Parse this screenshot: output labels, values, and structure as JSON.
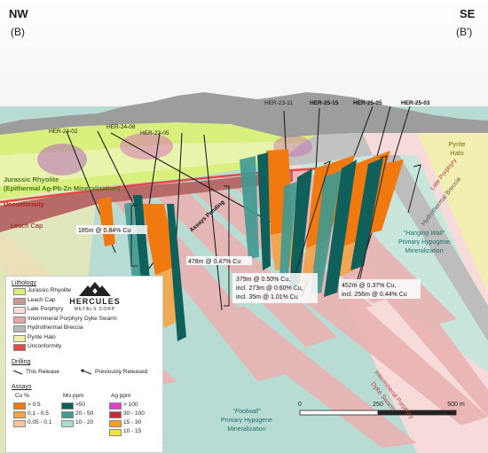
{
  "header": {
    "left_dir": "NW",
    "left_sec": "(B)",
    "right_dir": "SE",
    "right_sec": "(B′)"
  },
  "drillholes": [
    {
      "id": "HER-24-02",
      "status": "previous"
    },
    {
      "id": "HER-24-08",
      "status": "previous"
    },
    {
      "id": "HER-23-05",
      "status": "previous"
    },
    {
      "id": "HER-23-11",
      "status": "previous"
    },
    {
      "id": "HER-25-15",
      "status": "this_release"
    },
    {
      "id": "HER-25-05",
      "status": "this_release"
    },
    {
      "id": "HER-25-03",
      "status": "this_release"
    }
  ],
  "unit_labels": {
    "rhyolite": "Jurassic Rhyolite",
    "rhyolite_sub": "(Epithermal Ag-Pb-Zn Mineralization)",
    "unconformity": "Unconformity",
    "leach_cap": "Leach Cap",
    "pyrite_halo_1": "Pyrite",
    "pyrite_halo_2": "Halo",
    "late_porphyry": "Late Porphyry",
    "hydro_breccia": "Hydrothermal Breccia",
    "hanging_1": "\"Hanging Wall\"",
    "hanging_2": "Primary Hypogene",
    "hanging_3": "Mineralization",
    "footwall_1": "\"Footwall\"",
    "footwall_2": "Primary Hypogene",
    "footwall_3": "Mineralization",
    "dyke_1": "Intermineral Porphyry",
    "dyke_2": "Dyke Swarm",
    "assays_pending": "Assays Pending"
  },
  "intercepts": {
    "i1": "185m @ 0.84% Cu",
    "i2": "478m @ 0.47% Cu",
    "i3a": "379m @ 0.50% Cu,",
    "i3b": "incl. 273m @ 0.60% Cu,",
    "i3c": "incl. 35m @ 1.01% Cu",
    "i4a": "452m @ 0.37% Cu,",
    "i4b": "incl. 256m @ 0.44% Cu"
  },
  "logo": {
    "name": "HERCULES",
    "sub": "METALS CORP"
  },
  "legend": {
    "lithology_title": "Lithology",
    "lithology": [
      {
        "label": "Jurassic Rhyolite",
        "color": "#d7ee7a"
      },
      {
        "label": "Leach Cap",
        "color": "#c79c95"
      },
      {
        "label": "Late Porphyry",
        "color": "#f8dcdc"
      },
      {
        "label": "Intermineral Porphyry Dyke Swarm",
        "color": "#e3a7a7"
      },
      {
        "label": "Hydrothermal Breccia",
        "color": "#b7b7b7"
      },
      {
        "label": "Pyrite Halo",
        "color": "#f3efaa"
      },
      {
        "label": "Unconformity",
        "color": "#e24a4a"
      }
    ],
    "drilling_title": "Drilling",
    "drilling": [
      "This Release",
      "Previously Released"
    ],
    "assays_title": "Assays",
    "cu_title": "Cu %",
    "cu": [
      {
        "label": "> 0.5",
        "color": "#f07a10"
      },
      {
        "label": "0.1 - 0.5",
        "color": "#f4a447"
      },
      {
        "label": "0.05 - 0.1",
        "color": "#f6c59a"
      }
    ],
    "mo_title": "Mo ppm",
    "mo": [
      {
        "label": ">50",
        "color": "#0f5f5a"
      },
      {
        "label": "20 - 50",
        "color": "#3f9a92"
      },
      {
        "label": "10 - 20",
        "color": "#a7e0cf"
      }
    ],
    "ag_title": "Ag ppm",
    "ag": [
      {
        "label": "> 100",
        "color": "#e040c8"
      },
      {
        "label": "30 - 100",
        "color": "#c0303a"
      },
      {
        "label": "15 - 30",
        "color": "#f0a020"
      },
      {
        "label": "10 - 15",
        "color": "#f0e040"
      }
    ]
  },
  "scale": {
    "ticks": [
      "0",
      "250",
      "500 m"
    ]
  }
}
